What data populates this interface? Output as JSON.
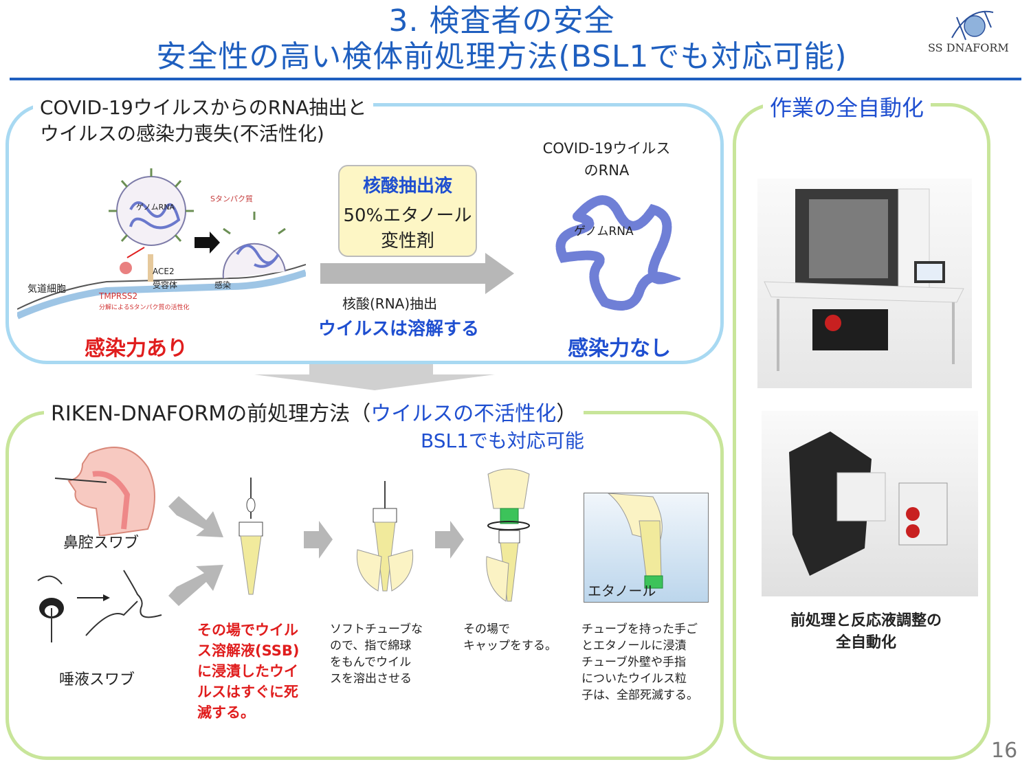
{
  "header": {
    "title_line1": "3. 検査者の安全",
    "title_line2": "安全性の高い検体前処理方法(BSL1でも対応可能)",
    "logo_text": "SS DNAFORM"
  },
  "panel_rna": {
    "heading_line1": "COVID-19ウイルスからのRNA抽出と",
    "heading_line2": "ウイルスの感染力喪失(不活性化)",
    "diagram_labels": {
      "s_protein": "Sタンパク質",
      "genome": "ゲノムRNA",
      "ace2": "ACE2",
      "receptor": "受容体",
      "infection": "感染",
      "airway": "気道細胞",
      "tmprss2": "TMPRSS2",
      "tmprss2_note": "分解によるSタンパク質の活性化"
    },
    "reagent_box": {
      "title": "核酸抽出液",
      "line1": "50%エタノール",
      "line2": "変性剤"
    },
    "arrow_caption": "核酸(RNA)抽出",
    "arrow_caption_blue": "ウイルスは溶解する",
    "rna_title_line1": "COVID-19ウイルス",
    "rna_title_line2": "のRNA",
    "rna_label": "ゲノムRNA",
    "infective": "感染力あり",
    "not_infective": "感染力なし"
  },
  "panel_pre": {
    "heading_black": "RIKEN-DNAFORMの前処理方法（",
    "heading_blue": "ウイルスの不活性化",
    "heading_close": "）",
    "subheading": "BSL1でも対応可能",
    "nasal_label": "鼻腔スワブ",
    "saliva_label": "唾液スワブ",
    "ethanol_label": "エタノール",
    "step1_lines": [
      "その場でウイル",
      "ス溶解液(SSB)",
      "に浸漬したウイ",
      "ルスはすぐに死",
      "滅する。"
    ],
    "step2_lines": [
      "ソフトチューブな",
      "ので、指で綿球",
      "をもんでウイル",
      "スを溶出させる"
    ],
    "step3_lines": [
      "その場で",
      "キャップをする。"
    ],
    "step4_lines": [
      "チューブを持った手ご",
      "とエタノールに浸漬",
      "チューブ外壁や手指",
      "についたウイルス粒",
      "子は、全部死滅する。"
    ]
  },
  "panel_auto": {
    "heading": "作業の全自動化",
    "caption_line1": "前処理と反応液調整の",
    "caption_line2": "全自動化"
  },
  "page_number": "16",
  "colors": {
    "blue": "#1f4fd0",
    "red": "#e01d1d",
    "panel_blue": "#a8d9f2",
    "panel_green": "#c8e59a"
  }
}
